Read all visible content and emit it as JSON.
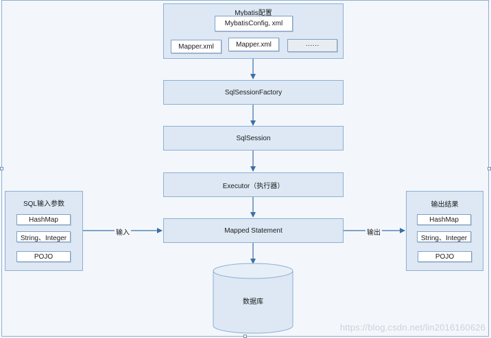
{
  "config": {
    "title": "Mybatis配置",
    "items": [
      "MybatisConfig, xml",
      "Mapper.xml",
      "Mapper.xml",
      "······"
    ]
  },
  "flow": {
    "factory": "SqlSessionFactory",
    "session": "SqlSession",
    "executor": "Executor（执行器）",
    "mapped": "Mapped Statement",
    "database": "数据库"
  },
  "input": {
    "title": "SQL输入参数",
    "items": [
      "HashMap",
      "String、Integer",
      "POJO"
    ],
    "edge_label": "输入"
  },
  "output": {
    "title": "输出结果",
    "items": [
      "HashMap",
      "String、Integer",
      "POJO"
    ],
    "edge_label": "输出"
  },
  "watermark": "https://blog.csdn.net/lin2016160626"
}
